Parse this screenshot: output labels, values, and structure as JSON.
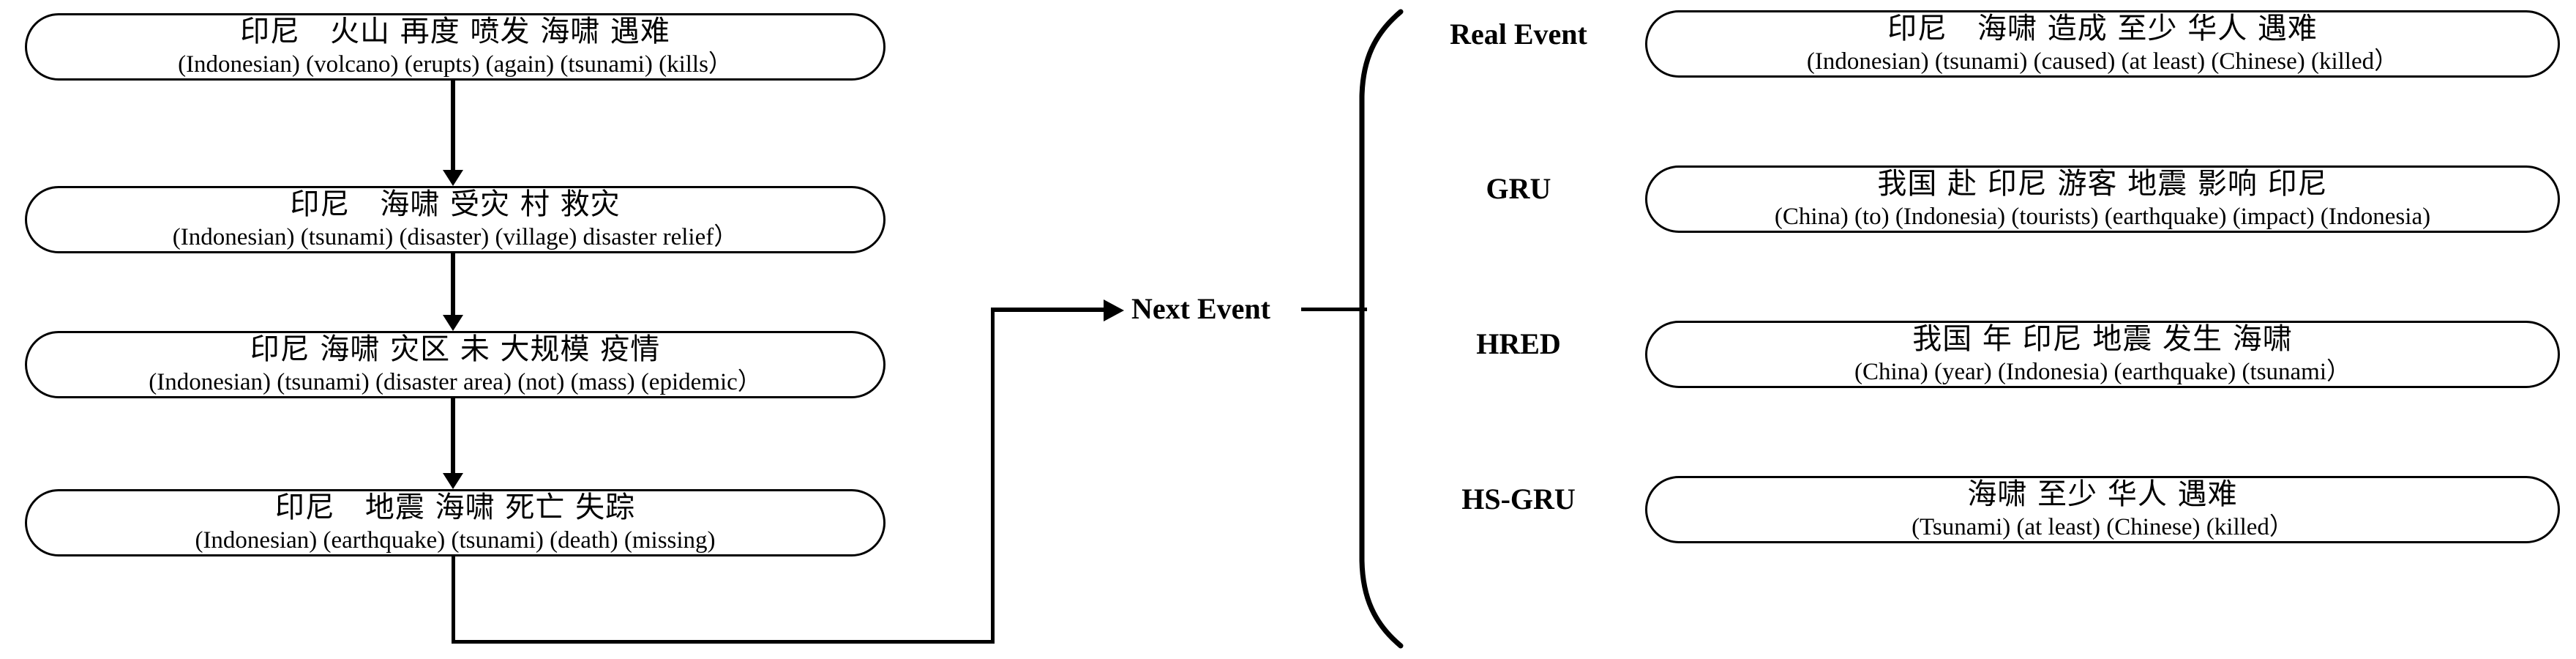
{
  "figure": {
    "title": "Event chain next-event prediction example",
    "ink_color": "#000000",
    "background_color": "#ffffff"
  },
  "input_chain": {
    "boxes": [
      {
        "cn": "印尼　火山 再度 喷发 海啸 遇难",
        "en": "(Indonesian) (volcano) (erupts) (again) (tsunami) (kills）"
      },
      {
        "cn": "印尼　海啸 受灾 村 救灾",
        "en": "(Indonesian) (tsunami) (disaster) (village) disaster relief）"
      },
      {
        "cn": "印尼 海啸 灾区 未 大规模 疫情",
        "en": "(Indonesian) (tsunami) (disaster area) (not) (mass) (epidemic）"
      },
      {
        "cn": "印尼　地震 海啸 死亡 失踪",
        "en": "(Indonesian) (earthquake) (tsunami) (death) (missing)"
      }
    ]
  },
  "connector": {
    "next_event_label": "Next Event",
    "arrow_icon": "right-arrow-icon",
    "down_arrow_icon": "down-arrow-icon",
    "brace_icon": "left-brace-icon"
  },
  "predictions": {
    "rows": [
      {
        "model": "Real Event",
        "cn": "印尼　海啸 造成 至少 华人 遇难",
        "en": "(Indonesian) (tsunami) (caused) (at least) (Chinese) (killed）"
      },
      {
        "model": "GRU",
        "cn": "我国 赴 印尼 游客 地震 影响 印尼",
        "en": "(China) (to) (Indonesia) (tourists) (earthquake) (impact) (Indonesia)"
      },
      {
        "model": "HRED",
        "cn": "我国 年 印尼 地震 发生 海啸",
        "en": "(China) (year) (Indonesia) (earthquake) (tsunami）"
      },
      {
        "model": "HS-GRU",
        "cn": "海啸 至少 华人 遇难",
        "en": "(Tsunami) (at least) (Chinese) (killed）"
      }
    ]
  }
}
